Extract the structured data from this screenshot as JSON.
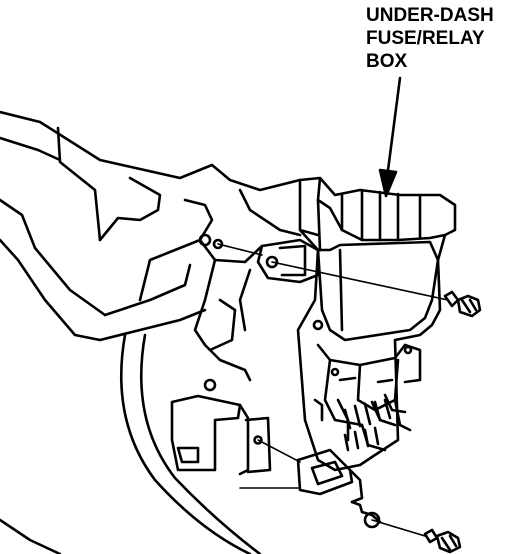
{
  "label": {
    "line1": "UNDER-DASH",
    "line2": "FUSE/RELAY",
    "line3": "BOX"
  },
  "colors": {
    "ink": "#000000",
    "paper": "#ffffff"
  }
}
